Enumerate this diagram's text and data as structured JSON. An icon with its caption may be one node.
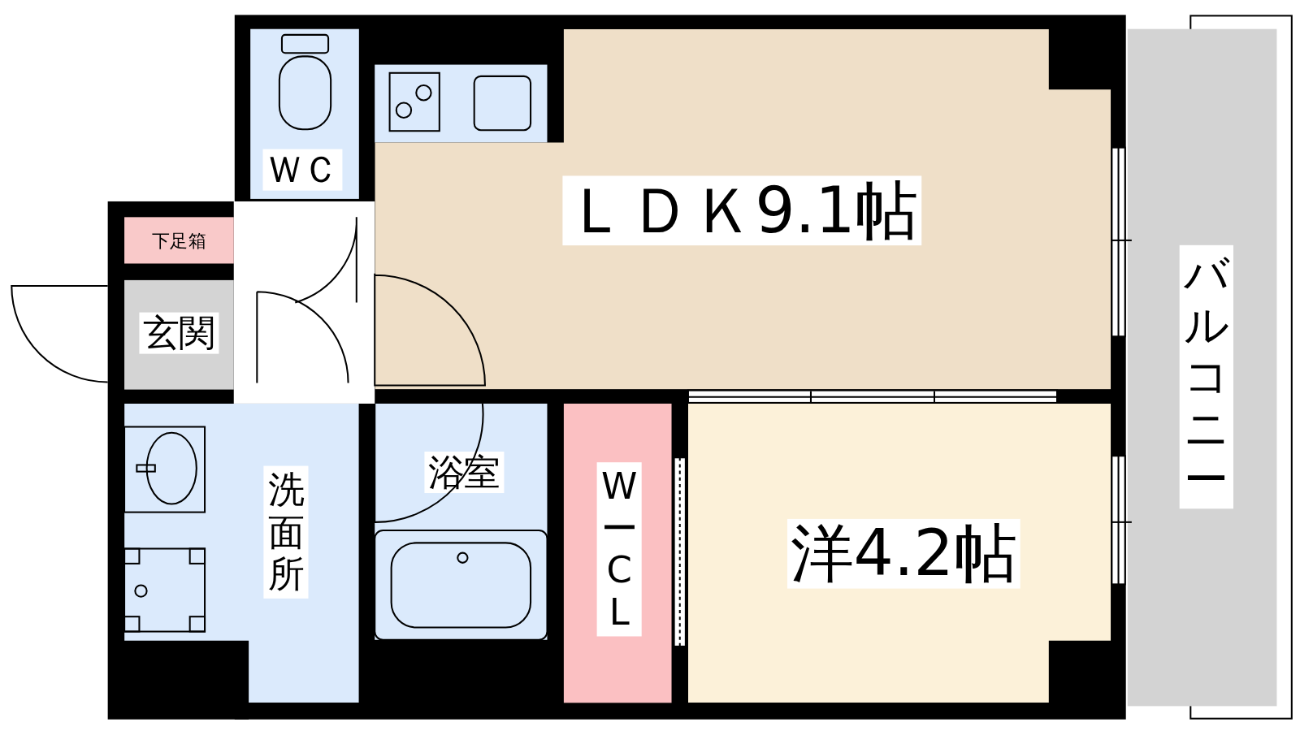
{
  "diagram": {
    "nodes": [
      {
        "text": [
          "ＷＣ"
        ]
      },
      {
        "text": [
          "ＬＤＫ9.1帖"
        ]
      },
      {
        "text": [
          "下足箱"
        ]
      },
      {
        "text": [
          "玄関"
        ]
      },
      {
        "text": [
          "洗面所"
        ]
      },
      {
        "text": [
          "浴室"
        ]
      },
      {
        "text": [
          "WーCL"
        ]
      },
      {
        "text": [
          "洋4.2帖"
        ]
      },
      {
        "text": [
          "バルコニー"
        ]
      }
    ]
  }
}
